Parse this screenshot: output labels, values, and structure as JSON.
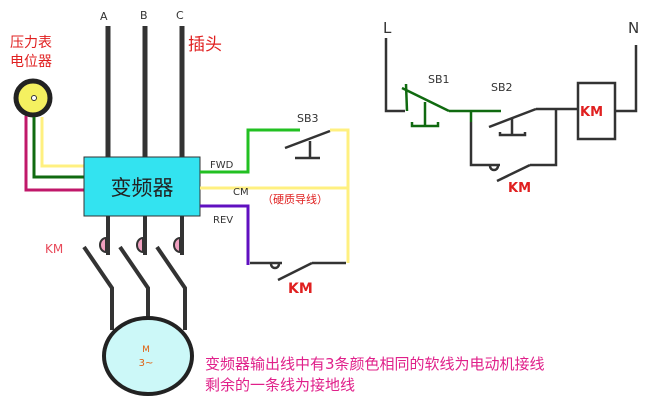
{
  "phases": [
    "A",
    "B",
    "C"
  ],
  "plug_label": "插头",
  "potentiometer_label": [
    "压力表",
    "电位器"
  ],
  "inverter_label": "变频器",
  "terminals": {
    "fwd": "FWD",
    "cm": "CM",
    "rev": "REV"
  },
  "hard_wire_note": "（硬质导线）",
  "sb3_label": "SB3",
  "km_contact_label": "KM",
  "km_main_label": "KM",
  "motor": {
    "symbol": "M",
    "phase": "3~"
  },
  "control": {
    "l": "L",
    "n": "N",
    "sb1": "SB1",
    "sb2": "SB2",
    "coil": "KM",
    "hold": "KM"
  },
  "notes": [
    "变频器输出线中有3条颜色相同的软线为电动机接线",
    "剩余的一条线为接地线"
  ],
  "colors": {
    "inverter": "#33e3f0",
    "motor": "#ccf8f8",
    "red": "#e02020",
    "pink_text": "#e0208a",
    "wire_green": "#22c022",
    "wire_dark_green": "#106a10",
    "wire_yellow": "#fff080",
    "wire_magenta": "#c0186a",
    "wire_purple": "#6010c0"
  }
}
